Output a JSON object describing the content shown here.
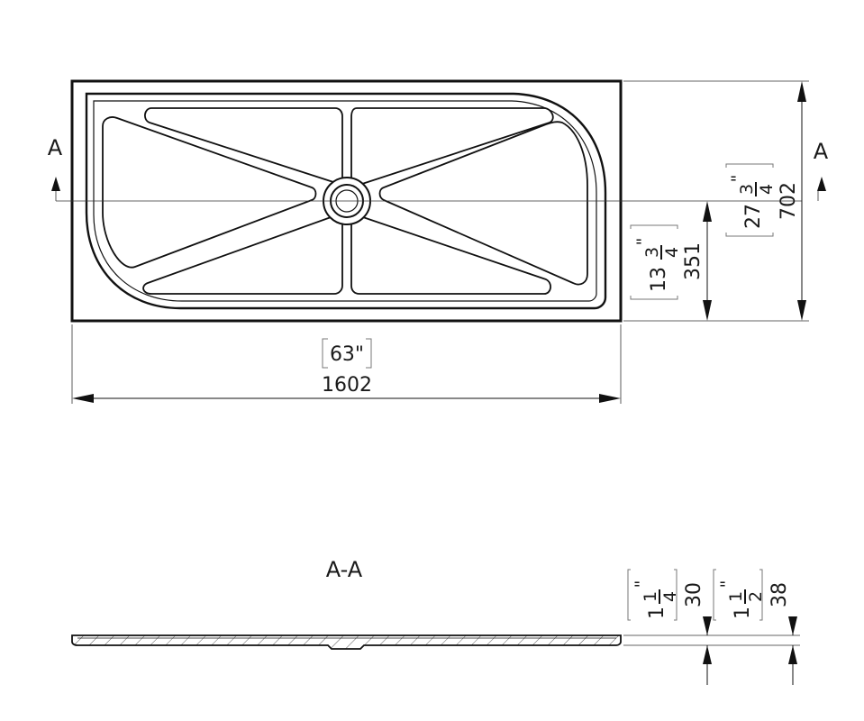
{
  "plan": {
    "width_mm": "1602",
    "width_in": "63\"",
    "depth_mm": "702",
    "depth_in_whole": "27",
    "depth_in_num": "3",
    "depth_in_den": "4",
    "drain_mm": "351",
    "drain_in_whole": "13",
    "drain_in_num": "3",
    "drain_in_den": "4",
    "section_marker": "A"
  },
  "section": {
    "title": "A-A",
    "height_mm": "30",
    "height_in_whole": "1",
    "height_in_num": "1",
    "height_in_den": "4",
    "total_mm": "38",
    "total_in_whole": "1",
    "total_in_num": "1",
    "total_in_den": "2"
  },
  "inch_mark": "\""
}
